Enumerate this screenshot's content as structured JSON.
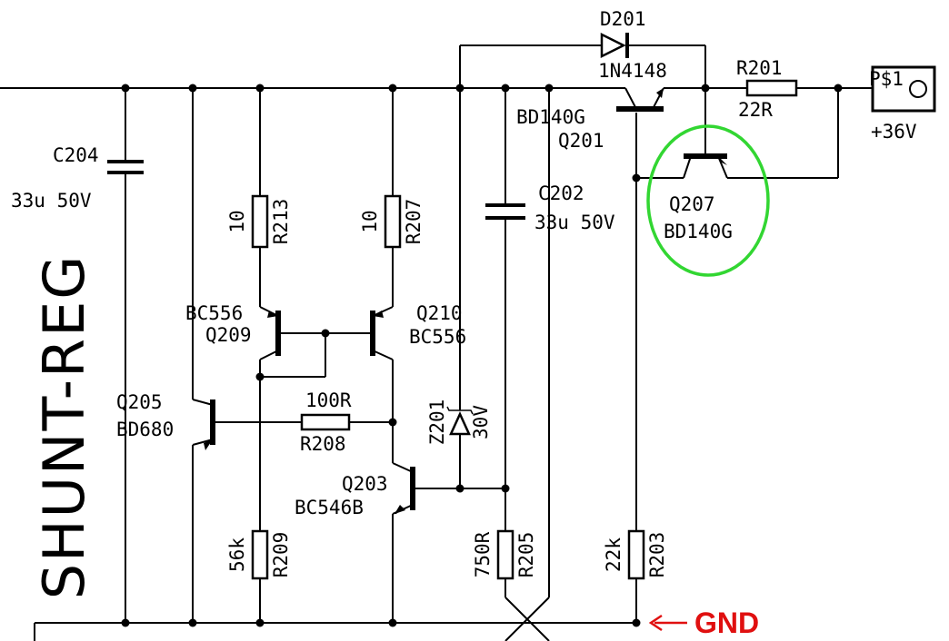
{
  "block_label": "SHUNT-REG",
  "connector": {
    "name": "P$1",
    "voltage": "+36V"
  },
  "gnd_label": "GND",
  "highlight_color": "#32d632",
  "annotation_color": "#e01010",
  "components": {
    "C204": {
      "ref": "C204",
      "value": "33u 50V"
    },
    "C202": {
      "ref": "C202",
      "value": "33u 50V"
    },
    "D201": {
      "ref": "D201",
      "value": "1N4148"
    },
    "R201": {
      "ref": "R201",
      "value": "22R"
    },
    "R213": {
      "ref": "R213",
      "value": "10"
    },
    "R207": {
      "ref": "R207",
      "value": "10"
    },
    "R208": {
      "ref": "R208",
      "value": "100R"
    },
    "R209": {
      "ref": "R209",
      "value": "56k"
    },
    "R205": {
      "ref": "R205",
      "value": "750R"
    },
    "R203": {
      "ref": "R203",
      "value": "22k"
    },
    "Q201": {
      "ref": "Q201",
      "value": "BD140G"
    },
    "Q207": {
      "ref": "Q207",
      "value": "BD140G"
    },
    "Q209": {
      "ref": "Q209",
      "value": "BC556"
    },
    "Q210": {
      "ref": "Q210",
      "value": "BC556"
    },
    "Q205": {
      "ref": "Q205",
      "value": "BD680"
    },
    "Q203": {
      "ref": "Q203",
      "value": "BC546B"
    },
    "Z201": {
      "ref": "Z201",
      "value": "30V"
    }
  }
}
